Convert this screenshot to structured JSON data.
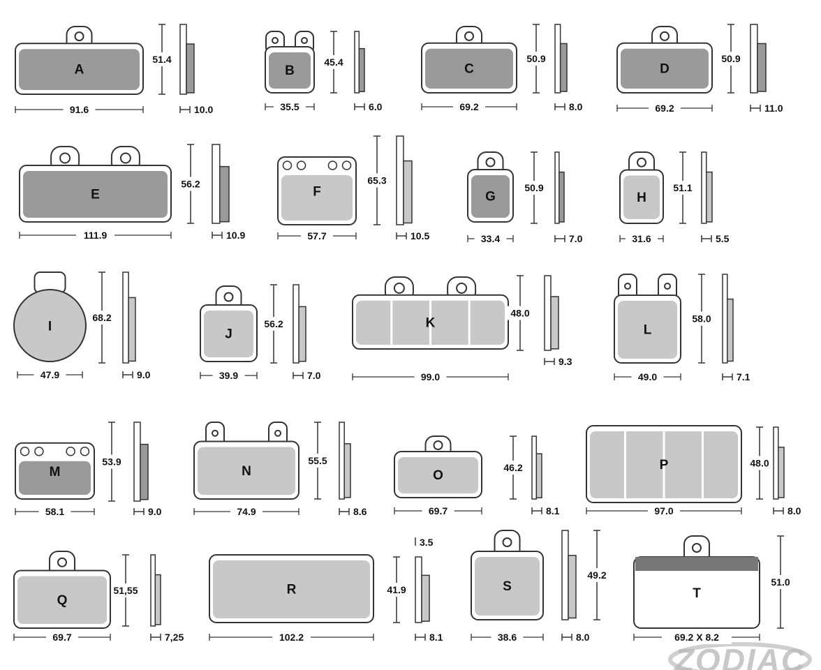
{
  "title": "Brake pad dimensions chart",
  "colors": {
    "pad_dark": "#9a9a9a",
    "pad_light": "#c8c8c8",
    "outline": "#333333"
  },
  "pads": [
    {
      "letter": "A",
      "width": "91.6",
      "height": "51.4",
      "thickness": "10.0"
    },
    {
      "letter": "B",
      "width": "35.5",
      "height": "45.4",
      "thickness": "6.0"
    },
    {
      "letter": "C",
      "width": "69.2",
      "height": "50.9",
      "thickness": "8.0"
    },
    {
      "letter": "D",
      "width": "69.2",
      "height": "50.9",
      "thickness": "11.0"
    },
    {
      "letter": "E",
      "width": "111.9",
      "height": "56.2",
      "thickness": "10.9"
    },
    {
      "letter": "F",
      "width": "57.7",
      "height": "65.3",
      "thickness": "10.5"
    },
    {
      "letter": "G",
      "width": "33.4",
      "height": "50.9",
      "thickness": "7.0"
    },
    {
      "letter": "H",
      "width": "31.6",
      "height": "51.1",
      "thickness": "5.5"
    },
    {
      "letter": "I",
      "width": "47.9",
      "height": "68.2",
      "thickness": "9.0"
    },
    {
      "letter": "J",
      "width": "39.9",
      "height": "56.2",
      "thickness": "7.0"
    },
    {
      "letter": "K",
      "width": "99.0",
      "height": "48.0",
      "thickness": "9.3"
    },
    {
      "letter": "L",
      "width": "49.0",
      "height": "58.0",
      "thickness": "7.1"
    },
    {
      "letter": "M",
      "width": "58.1",
      "height": "53.9",
      "thickness": "9.0"
    },
    {
      "letter": "N",
      "width": "74.9",
      "height": "55.5",
      "thickness": "8.6"
    },
    {
      "letter": "O",
      "width": "69.7",
      "height": "46.2",
      "thickness": "8.1"
    },
    {
      "letter": "P",
      "width": "97.0",
      "height": "48.0",
      "thickness": "8.0"
    },
    {
      "letter": "Q",
      "width": "69.7",
      "height": "51,55",
      "thickness": "7,25"
    },
    {
      "letter": "R",
      "width": "102.2",
      "height": "41.9",
      "thickness": "8.1",
      "extra": "3.5"
    },
    {
      "letter": "S",
      "width": "38.6",
      "height": "49.2",
      "thickness": "8.0"
    },
    {
      "letter": "T",
      "width": "69.2 X 8.2",
      "height": "51.0",
      "thickness": null
    }
  ],
  "watermark": {
    "logo_text": "ZODIAC"
  }
}
